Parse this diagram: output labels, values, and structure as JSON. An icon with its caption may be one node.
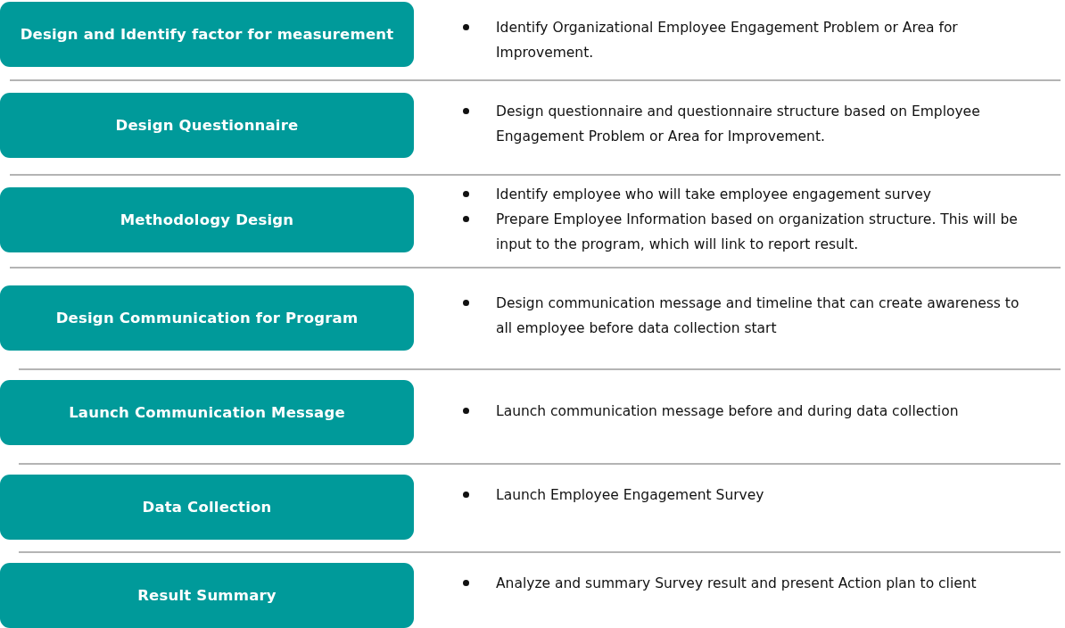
{
  "diagram": {
    "nodes": [
      {
        "text": [
          "Design and Identify factor for measurement"
        ]
      },
      {
        "text": [
          "Design Questionnaire"
        ]
      },
      {
        "text": [
          "Methodology Design"
        ]
      },
      {
        "text": [
          "Design Communication for Program"
        ]
      },
      {
        "text": [
          "Launch Communication Message"
        ]
      },
      {
        "text": [
          "Data Collection"
        ]
      },
      {
        "text": [
          "Result Summary"
        ]
      }
    ],
    "labels": [
      "Identify Organizational Employee Engagement Problem or Area for Improvement.",
      "Design questionnaire and questionnaire structure based on Employee Engagement Problem or Area for Improvement.",
      "Identify employee who will take employee engagement survey",
      "Prepare Employee Information based on organization structure. This will be input to the program, which will link to report result.",
      "Design communication message and timeline that can create awareness to all employee before data collection start",
      "Launch communication message before and during data collection",
      "Launch Employee Engagement Survey",
      "Analyze and summary Survey result and present Action plan to client"
    ]
  }
}
